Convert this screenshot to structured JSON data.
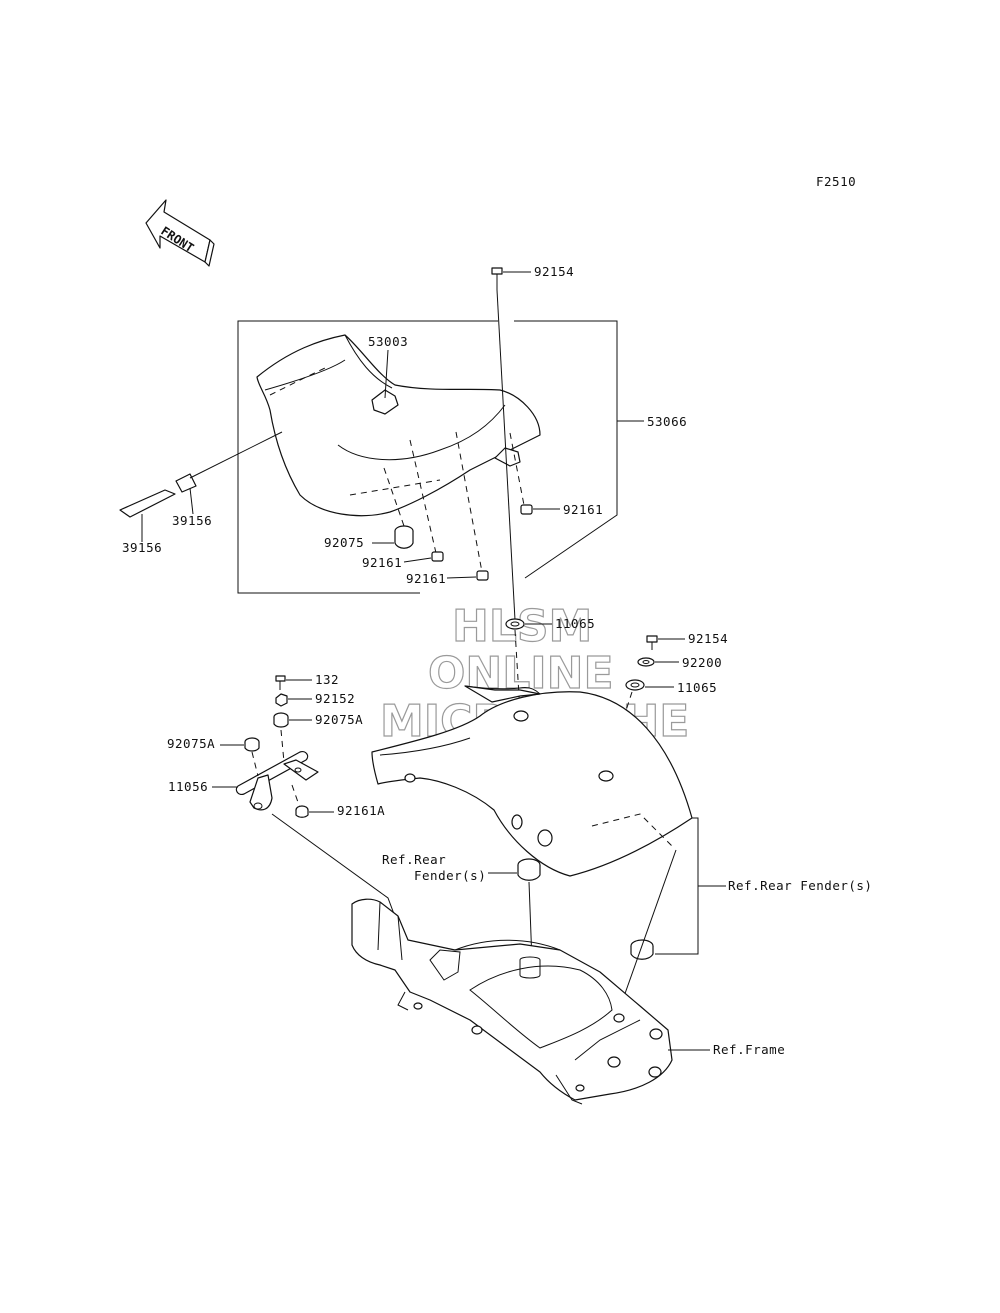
{
  "figure_code": "F2510",
  "front_label": "FRONT",
  "watermark": {
    "line1": "HLSM",
    "line2": "ONLINE",
    "line3": "MICROFICHE"
  },
  "callouts": {
    "bolt_top": "92154",
    "seat_emblem": "53003",
    "seat_assy": "53066",
    "strap_upper": "39156",
    "strap_lower": "39156",
    "damper_left": "92075",
    "damper_right": "92161",
    "damper_mid": "92161",
    "damper_low": "92161",
    "collar_center": "11065",
    "bolt_right": "92154",
    "washer_right": "92200",
    "collar_right": "11065",
    "bolt_small": "132",
    "nut_small": "92152",
    "damper_a_right": "92075A",
    "damper_a_left": "92075A",
    "bracket": "11056",
    "damper_a_bottom": "92161A",
    "ref_rear_fender_left_1": "Ref.Rear",
    "ref_rear_fender_left_2": "Fender(s)",
    "ref_rear_fender_right": "Ref.Rear Fender(s)",
    "ref_frame": "Ref.Frame"
  }
}
